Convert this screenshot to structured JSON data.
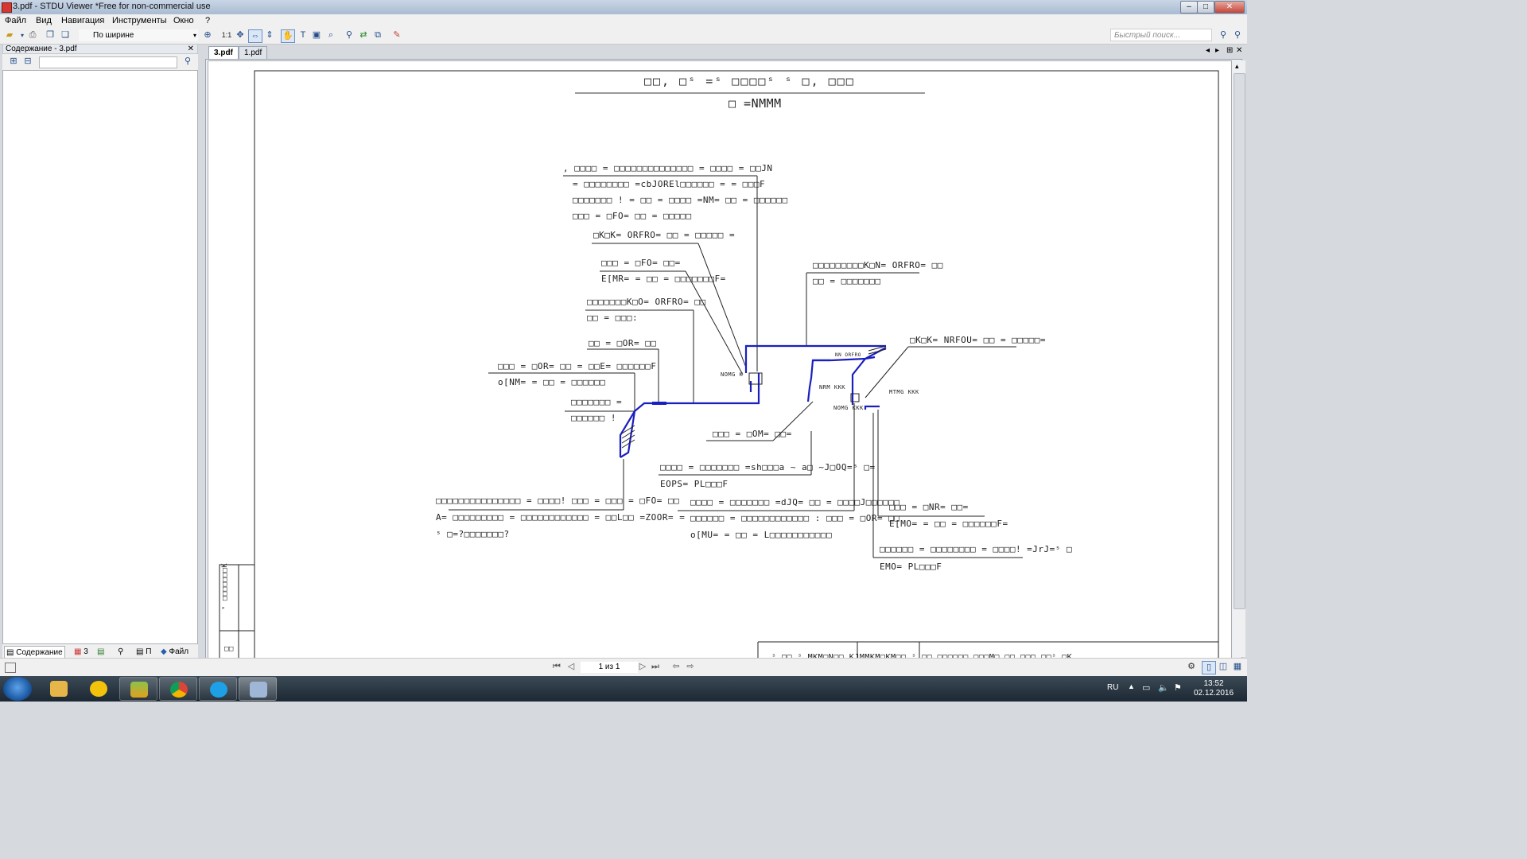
{
  "window": {
    "title": "3.pdf - STDU Viewer *Free for non-commercial use",
    "minimize": "–",
    "maximize": "□",
    "close": "✕"
  },
  "menu": [
    "Файл",
    "Вид",
    "Навигация",
    "Инструменты",
    "Окно",
    "?"
  ],
  "toolbar": {
    "zoom_value": "По ширине",
    "actual_size": "1:1",
    "search_placeholder": "Быстрый поиск..."
  },
  "sidebar": {
    "title": "Содержание - 3.pdf",
    "tabs": [
      "Содержание",
      "3",
      "",
      "",
      "П",
      "Файл"
    ]
  },
  "tabs": [
    "3.pdf",
    "1.pdf"
  ],
  "status": {
    "page_info": "1 из 1"
  },
  "taskbar": {
    "lang": "RU",
    "time": "13:52",
    "date": "02.12.2016"
  },
  "drawing": {
    "header_line1": "□□‚ □ˢ =ˢ □□□□ˢ ˢ □‚ □□□",
    "header_line2": "□ =NMMM",
    "labels": [
      "‚ □□□□ = □□□□□□□□□□□□□□ = □□□□ = □□JN",
      "= □□□□□□□□ =cbJOREl□□□□□□ = = □□□F",
      "□□□□□□□ ! = □□ = □□□□ =NM= □□ = □□□□□□",
      "□□□ = □FO= □□ = □□□□□",
      "□K□K= ORFRO= □□ = □□□□□ =",
      "□□□ = □FO= □□=",
      "E[MR= = □□ = □□□□□□□F=",
      "□□□□□□□K□O= ORFRO= □□",
      "□□ = □□□:",
      "□□ = □OR= □□",
      "□□□ = □OR= □□ = □□E= □□□□□□F",
      "o[NM= = □□ = □□□□□□",
      "□□□□□□□ =",
      "□□□□□□ !",
      "□□□□□□□□□K□N= ORFRO= □□",
      "□□ = □□□□□□□",
      "□K□K= NRFOU= □□ = □□□□□=",
      "□□□ = □OM= □□=",
      "□□□□ = □□□□□□□ =sh□□□a ~ a□ ~J□OQ=ˢ □=",
      "EOPS= PL□□□F",
      "□□□□ = □□□□□□□ =dJQ= □□ = □□□□J□□□□□□",
      "□□□□□□ = □□□□□□□□□□□□ : □□□ = □OR= □□",
      "o[MU= = □□ = L□□□□□□□□□□□",
      "□□□□□□□□□□□□□□□ = □□□□! □□□ = □□□ = □FO= □□",
      "A= □□□□□□□□□ = □□□□□□□□□□□□ = □□L□□ =ZOOR= =",
      "ˢ □=?□□□□□□□?",
      "□□□ = □NR= □□=",
      "E[MO= = □□ = □□□□□□F=",
      "□□□□□□ = □□□□□□□□ = □□□□! =JrJ=ˢ □",
      "EMO= PL□□□F"
    ],
    "tags": [
      "NOMG K",
      "NRM KKK",
      "NOMG KKK",
      "MTMG KKK",
      "NN ORFRO"
    ],
    "stamp_left": "ˢ □□□□□□□K",
    "stamp_left2": "□□",
    "titleblock": "ˢ □□ ˢ MKM□N□□ KJMMKM□KM□□ ˢ □□ □□□□□□ □□□M□ □□ □□□ □□ˢ □K"
  }
}
